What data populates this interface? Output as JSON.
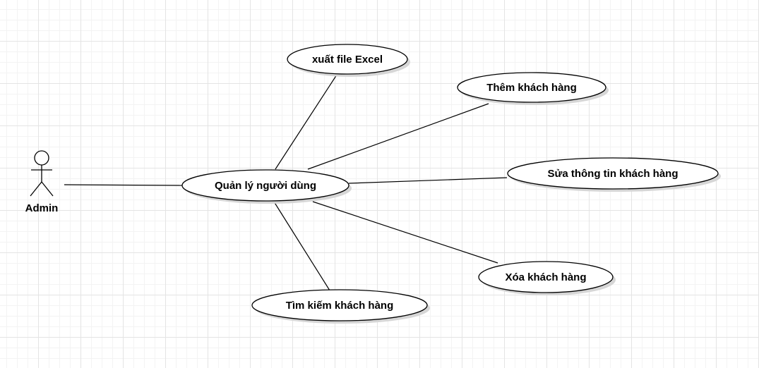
{
  "diagram": {
    "actor": {
      "name": "Admin"
    },
    "center_use_case": {
      "label": "Quản lý người dùng"
    },
    "use_cases": [
      {
        "id": "export-excel",
        "label": "xuất file Excel"
      },
      {
        "id": "add-customer",
        "label": "Thêm khách hàng"
      },
      {
        "id": "edit-customer",
        "label": "Sửa thông tin khách hàng"
      },
      {
        "id": "delete-customer",
        "label": "Xóa khách hàng"
      },
      {
        "id": "search-customer",
        "label": "Tìm kiếm khách hàng"
      }
    ]
  }
}
